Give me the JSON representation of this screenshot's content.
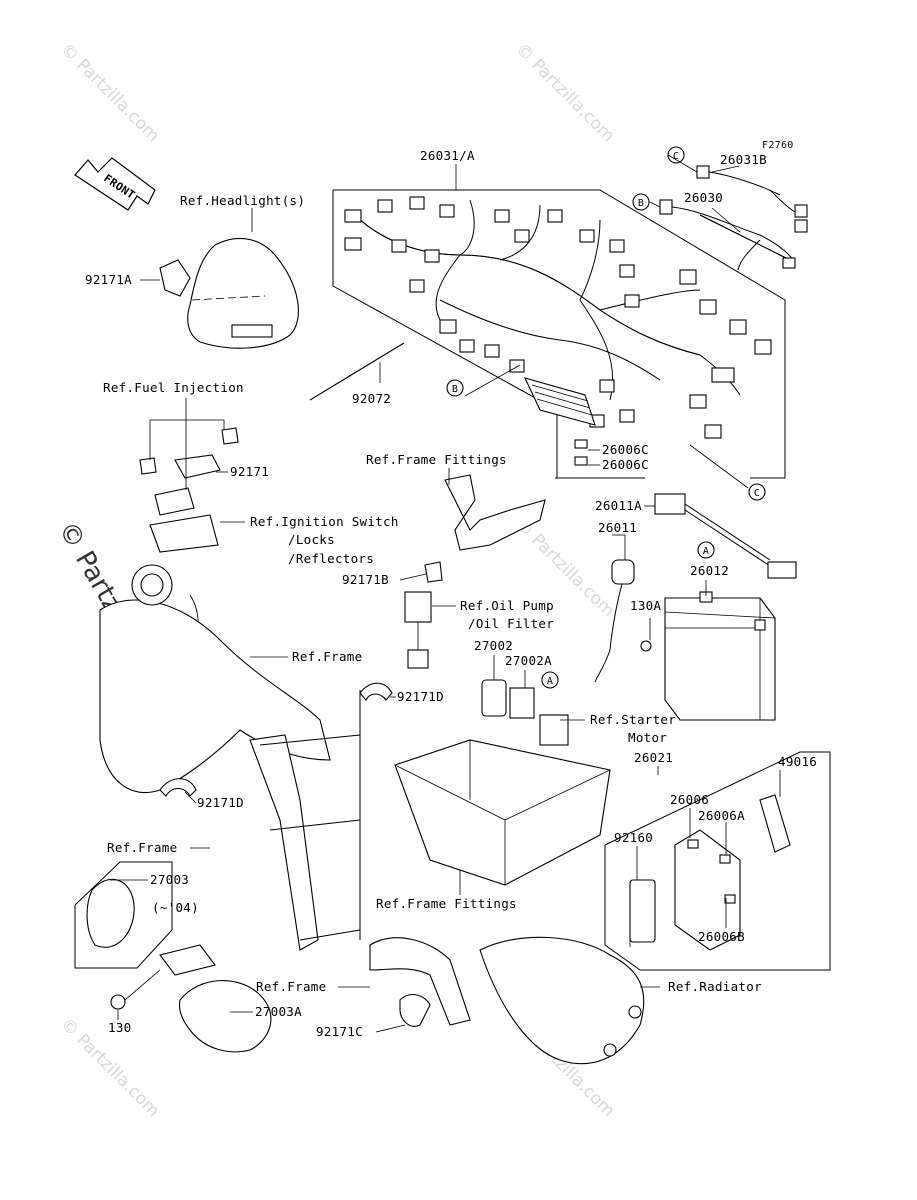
{
  "diagram_code": "F2760",
  "front_label": "FRONT",
  "watermarks": {
    "small": "© Partzilla.com",
    "big": "© Partzilla.com"
  },
  "callout_letters": {
    "A": "A",
    "B": "B",
    "C": "C"
  },
  "labels": {
    "p26031A": "26031/A",
    "p26031B": "26031B",
    "p26030": "26030",
    "refHeadlight": "Ref.Headlight(s)",
    "p92171A": "92171A",
    "p92072": "92072",
    "refFuelInjection": "Ref.Fuel Injection",
    "p92171": "92171",
    "p26006C_1": "26006C",
    "p26006C_2": "26006C",
    "refFrameFittings1": "Ref.Frame Fittings",
    "refIgnition1": "Ref.Ignition Switch",
    "refIgnition2": "/Locks",
    "refIgnition3": "/Reflectors",
    "p92171B": "92171B",
    "p26011A": "26011A",
    "p26011": "26011",
    "refOilPump1": "Ref.Oil Pump",
    "refOilPump2": "/Oil Filter",
    "p26012": "26012",
    "p130A": "130A",
    "refFrame1": "Ref.Frame",
    "p27002": "27002",
    "p27002A": "27002A",
    "p92171D_1": "92171D",
    "refStarter1": "Ref.Starter",
    "refStarter2": "Motor",
    "p26021": "26021",
    "p49016": "49016",
    "p26006": "26006",
    "p26006A": "26006A",
    "p92160": "92160",
    "p92171D_2": "92171D",
    "refFrame2": "Ref.Frame",
    "p27003": "27003",
    "p27003note": "(~'04)",
    "refFrameFittings2": "Ref.Frame Fittings",
    "p26006B": "26006B",
    "refFrame3": "Ref.Frame",
    "refRadiator": "Ref.Radiator",
    "p130": "130",
    "p27003A": "27003A",
    "p92171C": "92171C"
  }
}
